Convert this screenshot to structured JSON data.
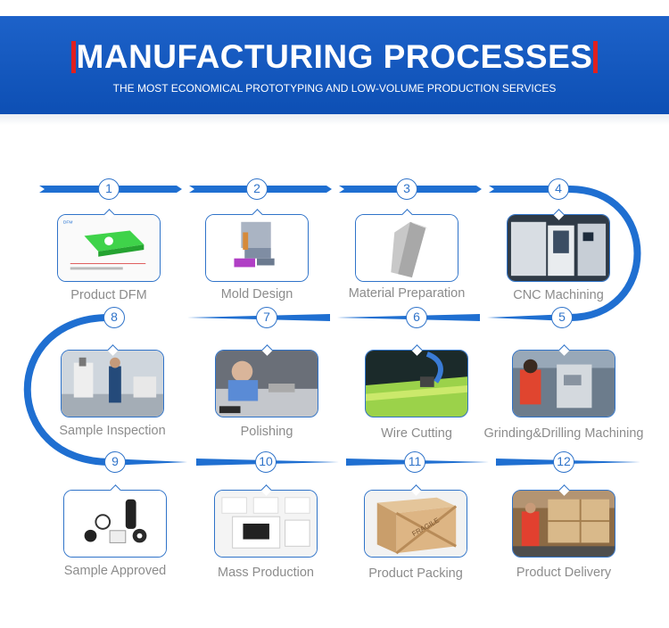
{
  "header": {
    "title": "MANUFACTURING PROCESSES",
    "subtitle": "THE MOST ECONOMICAL PROTOTYPING AND LOW-VOLUME PRODUCTION SERVICES"
  },
  "steps": [
    {
      "number": "1",
      "label": "Product DFM",
      "image": "cad-drawing-image"
    },
    {
      "number": "2",
      "label": "Mold Design",
      "image": "mold-assembly-image"
    },
    {
      "number": "3",
      "label": "Material Preparation",
      "image": "aluminum-bar-image"
    },
    {
      "number": "4",
      "label": "CNC Machining",
      "image": "cnc-machine-image"
    },
    {
      "number": "5",
      "label": "Grinding&Drilling Machining",
      "image": "grinding-machine-image"
    },
    {
      "number": "6",
      "label": "Wire Cutting",
      "image": "wire-cutting-image"
    },
    {
      "number": "7",
      "label": "Polishing",
      "image": "polishing-image"
    },
    {
      "number": "8",
      "label": "Sample Inspection",
      "image": "inspection-image"
    },
    {
      "number": "9",
      "label": "Sample Approved",
      "image": "approved-samples-image"
    },
    {
      "number": "10",
      "label": "Mass Production",
      "image": "mass-production-image"
    },
    {
      "number": "11",
      "label": "Product Packing",
      "image": "wooden-crate-image"
    },
    {
      "number": "12",
      "label": "Product Delivery",
      "image": "delivery-image"
    }
  ],
  "colors": {
    "banner": "#0d4fb4",
    "accent_red": "#e0201f",
    "flow_blue": "#1f6fd1",
    "label_gray": "#8c8c8c"
  }
}
